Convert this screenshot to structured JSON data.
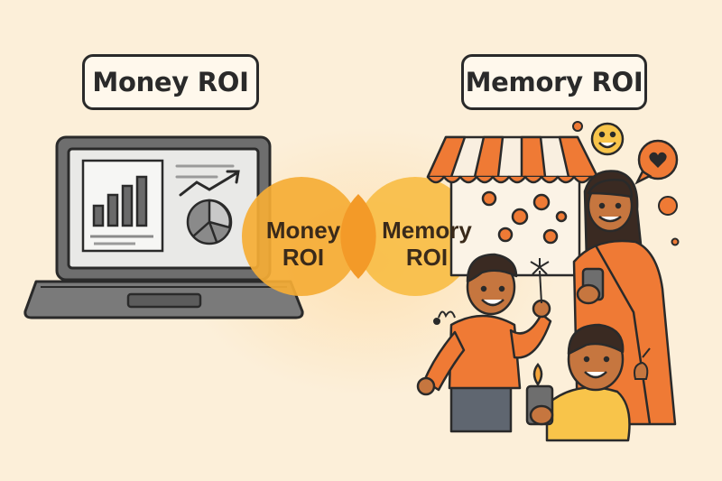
{
  "labels": {
    "left": "Money ROI",
    "right": "Memory ROI"
  },
  "venn": {
    "left_line1": "Money",
    "left_line2": "ROI",
    "right_line1": "Memory",
    "right_line2": "ROI"
  },
  "colors": {
    "background": "#fcefd9",
    "venn_left": "#f7b53a",
    "venn_right": "#f9c24a",
    "accent_orange": "#ef7a35",
    "laptop_body": "#6e6e6e",
    "screen": "#eaeaea"
  },
  "icons": [
    "laptop-icon",
    "bar-chart-icon",
    "line-chart-icon",
    "pie-chart-icon",
    "market-stall-icon",
    "smiley-emoji-icon",
    "heart-bubble-icon",
    "sparkler-icon",
    "candle-icon",
    "phone-icon"
  ]
}
